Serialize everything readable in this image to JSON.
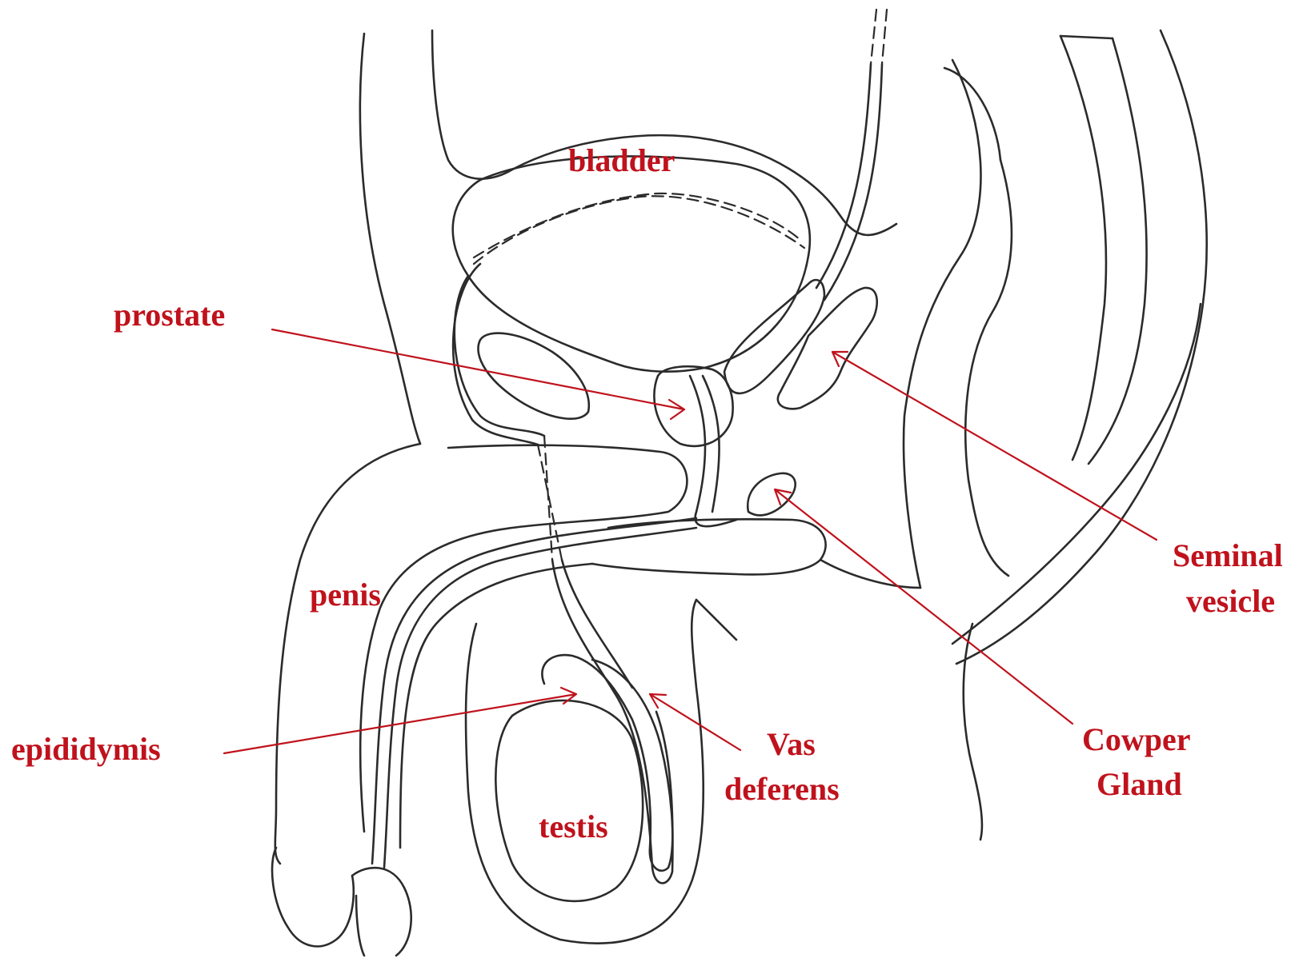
{
  "diagram": {
    "label_color": "#c0121c",
    "line_color": "#2b2b2b",
    "labels": {
      "bladder": "bladder",
      "prostate": "prostate",
      "seminal_line1": "Seminal",
      "seminal_line2": "vesicle",
      "penis": "penis",
      "epididymis": "epididymis",
      "vas_line1": "Vas",
      "vas_line2": "deferens",
      "testis": "testis",
      "cowper_line1": "Cowper",
      "cowper_line2": "Gland"
    }
  }
}
